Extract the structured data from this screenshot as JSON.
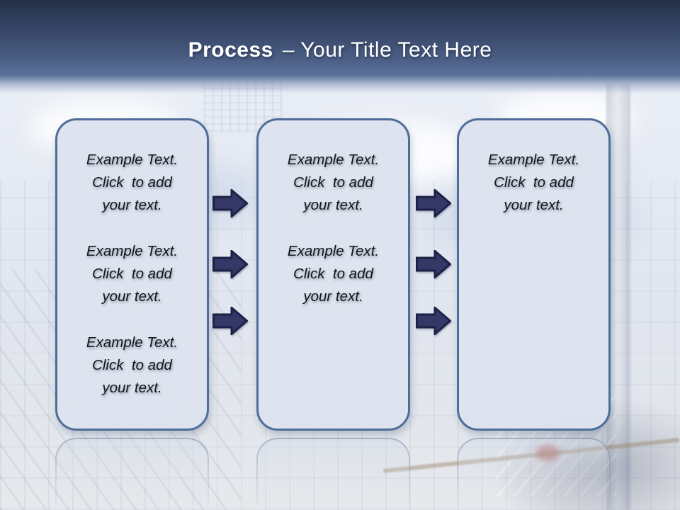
{
  "title": {
    "bold": "Process",
    "rest": "– Your Title Text Here"
  },
  "boxes": [
    {
      "name": "step-1",
      "paragraphs": [
        {
          "lines": [
            "Example Text.",
            "Click  to add",
            "your text."
          ]
        },
        {
          "lines": [
            "Example Text.",
            "Click  to add",
            "your text."
          ]
        },
        {
          "lines": [
            "Example Text.",
            "Click  to add",
            "your text."
          ]
        }
      ]
    },
    {
      "name": "step-2",
      "paragraphs": [
        {
          "lines": [
            "Example Text.",
            "Click  to add",
            "your text."
          ]
        },
        {
          "lines": [
            "Example Text.",
            "Click  to add",
            "your text."
          ]
        }
      ]
    },
    {
      "name": "step-3",
      "paragraphs": [
        {
          "lines": [
            "Example Text.",
            "Click  to add",
            "your text."
          ]
        }
      ]
    }
  ],
  "arrows": {
    "between_step_1_and_2": 3,
    "between_step_2_and_3": 3,
    "direction": "right"
  },
  "colors": {
    "header_gradient_top": "#222e45",
    "header_gradient_bottom": "#5b7099",
    "title_text": "#ffffff",
    "box_fill": "#dde3ee",
    "box_border": "#4e6d99",
    "arrow_fill": "#333866",
    "arrow_outline": "#1d2145",
    "body_text": "#151515"
  }
}
